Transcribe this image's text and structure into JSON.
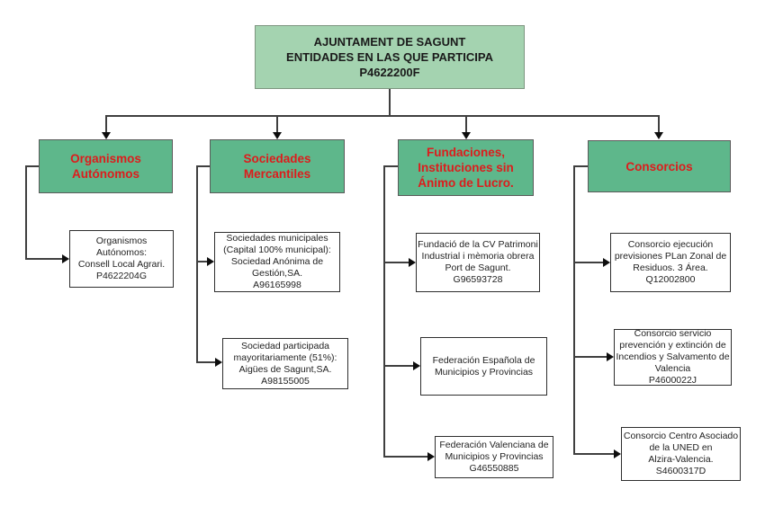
{
  "root": {
    "lines": [
      "AJUNTAMENT DE SAGUNT",
      "ENTIDADES EN LAS QUE PARTICIPA",
      "P4622200F"
    ]
  },
  "columns": [
    {
      "header_lines": [
        "Organismos",
        "Autónomos"
      ],
      "children": [
        {
          "lines": [
            "Organismos Autónomos:",
            "Consell Local Agrari.",
            "P4622204G"
          ]
        }
      ]
    },
    {
      "header_lines": [
        "Sociedades",
        "Mercantiles"
      ],
      "children": [
        {
          "lines": [
            "Sociedades municipales",
            "(Capital 100% municipal):",
            "Sociedad Anónima de",
            "Gestión,SA.",
            "A96165998"
          ]
        },
        {
          "lines": [
            "Sociedad participada",
            "mayoritariamente (51%):",
            "Aigües de Sagunt,SA.",
            "A98155005"
          ]
        }
      ]
    },
    {
      "header_lines": [
        "Fundaciones,",
        "Instituciones sin",
        "Ánimo de Lucro."
      ],
      "children": [
        {
          "lines": [
            "Fundació de la CV Patrimoni",
            "Industrial i mèmoria obrera",
            "Port de Sagunt.",
            "G96593728"
          ]
        },
        {
          "lines": [
            "Federación Española de",
            "Municipios y Provincias"
          ]
        },
        {
          "lines": [
            "Federación Valenciana de",
            "Municipios y Provincias",
            "G46550885"
          ]
        }
      ]
    },
    {
      "header_lines": [
        "Consorcios"
      ],
      "children": [
        {
          "lines": [
            "Consorcio ejecución",
            "previsiones PLan Zonal de",
            "Residuos. 3 Área.",
            "Q12002800"
          ]
        },
        {
          "lines": [
            "Consorcio servicio",
            "prevención y extinción de",
            "Incendios y Salvamento de",
            "Valencia",
            "P4600022J"
          ]
        },
        {
          "lines": [
            "Consorcio Centro Asociado",
            "de la UNED en",
            "Alzira-Valencia.",
            "S4600317D"
          ]
        }
      ]
    }
  ],
  "colors": {
    "root_fill": "#a4d3b0",
    "header_fill": "#5eb78b",
    "header_text": "#dd1c1c",
    "child_fill": "#ffffff",
    "connector": "#3f3f3f"
  }
}
